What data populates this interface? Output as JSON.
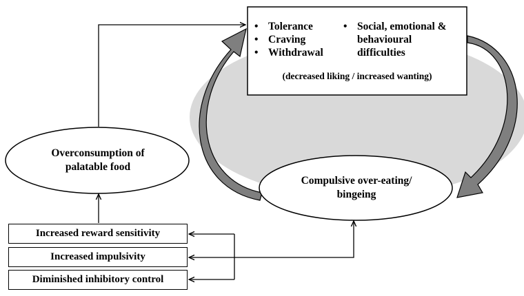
{
  "symptoms_box": {
    "left_list": [
      "Tolerance",
      "Craving",
      "Withdrawal"
    ],
    "right_list": [
      "Social, emotional & behavioural difficulties"
    ],
    "footer": "(decreased liking / increased wanting)"
  },
  "overconsumption": {
    "line1": "Overconsumption of",
    "line2": "palatable food"
  },
  "compulsive": {
    "line1": "Compulsive over-eating/",
    "line2": "bingeing"
  },
  "factors": {
    "reward": "Increased reward sensitivity",
    "impulsivity": "Increased impulsivity",
    "inhibitory": "Diminished inhibitory control"
  },
  "colors": {
    "cycle_fill": "#d9d9d9",
    "arrow_fill": "#7f7f7f",
    "line": "#000000"
  }
}
